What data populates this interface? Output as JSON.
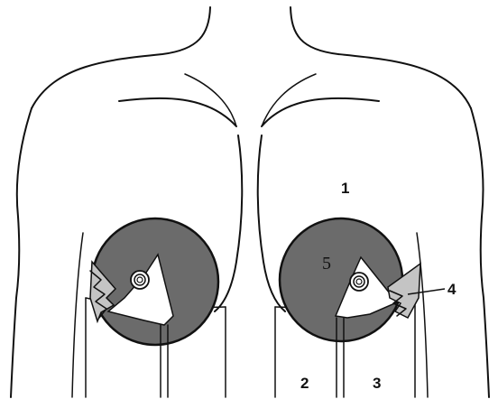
{
  "diagram": {
    "labels": {
      "one": "1",
      "two": "2",
      "three": "3",
      "four": "4",
      "five": "5"
    },
    "colors": {
      "line": "#111111",
      "dark_fill": "#6b6b6b",
      "light_fill": "#c4c4c4",
      "background": "#ffffff"
    }
  }
}
